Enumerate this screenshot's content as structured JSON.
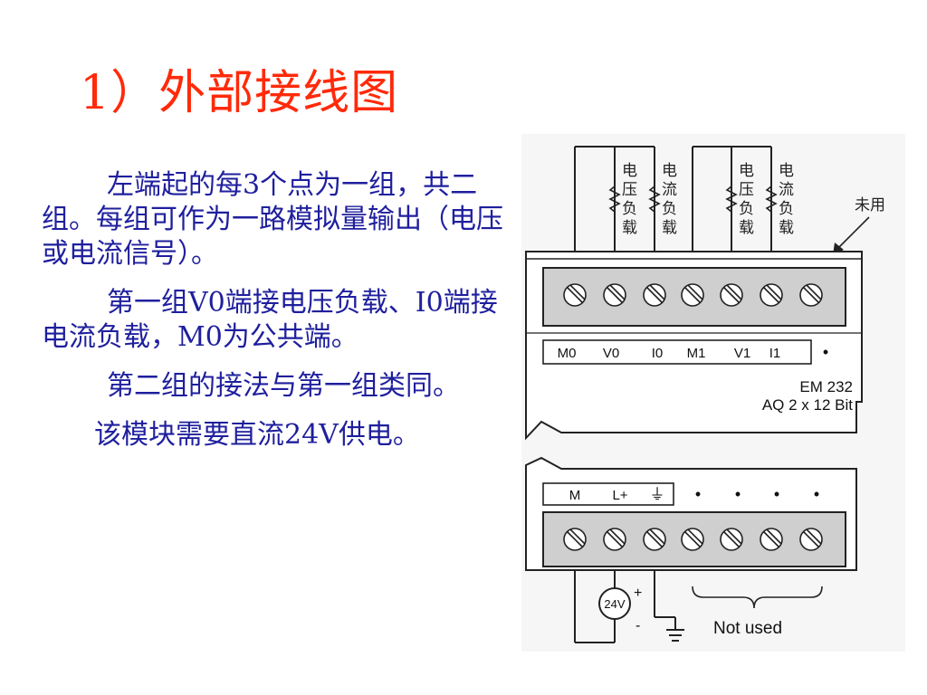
{
  "title": "1）外部接线图",
  "paragraphs": [
    "左端起的每3个点为一组，共二组。每组可作为一路模拟量输出（电压或电流信号）。",
    "第一组V0端接电压负载、I0端接电流负载，M0为公共端。",
    "第二组的接法与第一组类同。",
    "该模块需要直流24V供电。"
  ],
  "diagram": {
    "loads": [
      [
        "电",
        "压",
        "负",
        "载"
      ],
      [
        "电",
        "流",
        "负",
        "载"
      ],
      [
        "电",
        "压",
        "负",
        "载"
      ],
      [
        "电",
        "流",
        "负",
        "载"
      ]
    ],
    "unused_label": "未用",
    "top_terminals": [
      "M0",
      "V0",
      "I0",
      "M1",
      "V1",
      "I1",
      "•"
    ],
    "module_name": "EM 232",
    "module_spec": "AQ 2 x 12 Bit",
    "bottom_terminals": [
      "M",
      "L+",
      "⏚",
      "•",
      "•",
      "•",
      "•"
    ],
    "supply_label": "24V",
    "plus": "+",
    "minus": "-",
    "not_used": "Not used"
  },
  "colors": {
    "title": "#ff2a0a",
    "body_text": "#1f1f9e",
    "figure_bg": "#f6f6f6",
    "terminal_block": "#cfcfcf"
  }
}
